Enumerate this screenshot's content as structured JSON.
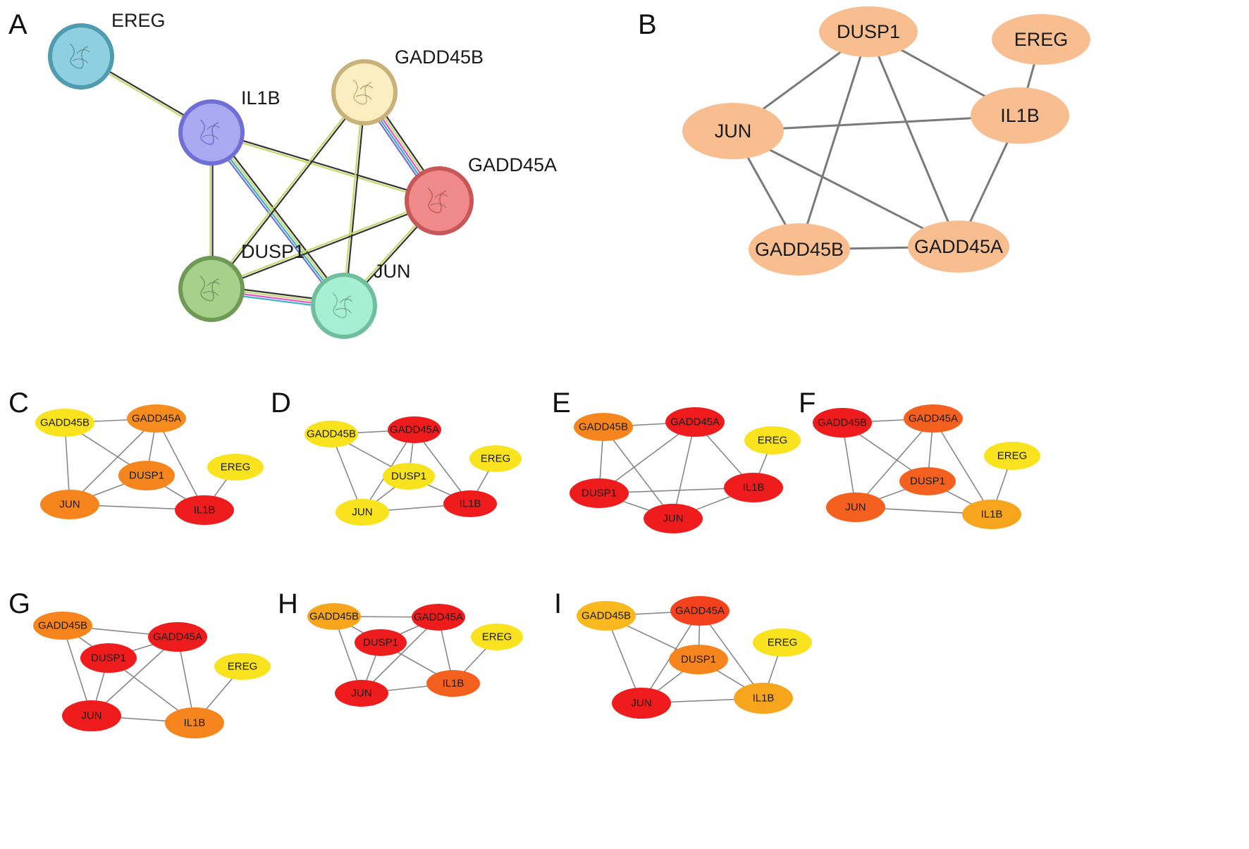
{
  "figure": {
    "panels": [
      {
        "id": "A",
        "letter": "A",
        "style": "string",
        "nodes": [
          {
            "key": "EREG",
            "label": "EREG",
            "fill": "#8ecfe0",
            "stroke": "#4f9cb0"
          },
          {
            "key": "IL1B",
            "label": "IL1B",
            "fill": "#a9a9f2",
            "stroke": "#6f6fd6"
          },
          {
            "key": "GADD45B",
            "label": "GADD45B",
            "fill": "#fbeec0",
            "stroke": "#c9b27a"
          },
          {
            "key": "GADD45A",
            "label": "GADD45A",
            "fill": "#f08a8a",
            "stroke": "#c85757"
          },
          {
            "key": "DUSP1",
            "label": "DUSP1",
            "fill": "#a7d08c",
            "stroke": "#6f9a55"
          },
          {
            "key": "JUN",
            "label": "JUN",
            "fill": "#a6efd4",
            "stroke": "#6fbf9e"
          }
        ],
        "edges": [
          {
            "a": "EREG",
            "b": "IL1B",
            "colors": [
              "#333333",
              "#c5d96a"
            ]
          },
          {
            "a": "IL1B",
            "b": "GADD45A",
            "colors": [
              "#333333",
              "#c5d96a"
            ]
          },
          {
            "a": "IL1B",
            "b": "DUSP1",
            "colors": [
              "#333333",
              "#c5d96a"
            ]
          },
          {
            "a": "IL1B",
            "b": "JUN",
            "colors": [
              "#333333",
              "#c5d96a",
              "#3ab0c8",
              "#7070d8"
            ]
          },
          {
            "a": "GADD45B",
            "b": "GADD45A",
            "colors": [
              "#333333",
              "#c5d96a",
              "#e050d8",
              "#3ab0c8",
              "#7070d8"
            ]
          },
          {
            "a": "GADD45B",
            "b": "DUSP1",
            "colors": [
              "#333333",
              "#c5d96a"
            ]
          },
          {
            "a": "GADD45B",
            "b": "JUN",
            "colors": [
              "#333333",
              "#c5d96a"
            ]
          },
          {
            "a": "GADD45A",
            "b": "DUSP1",
            "colors": [
              "#333333",
              "#c5d96a"
            ]
          },
          {
            "a": "GADD45A",
            "b": "JUN",
            "colors": [
              "#333333",
              "#c5d96a"
            ]
          },
          {
            "a": "DUSP1",
            "b": "JUN",
            "colors": [
              "#333333",
              "#c5d96a",
              "#e050d8",
              "#3ab0c8"
            ]
          }
        ]
      },
      {
        "id": "B",
        "letter": "B",
        "style": "cytoscape",
        "nodes": [
          {
            "key": "DUSP1",
            "label": "DUSP1",
            "fill": "#f8be90"
          },
          {
            "key": "EREG",
            "label": "EREG",
            "fill": "#f8be90"
          },
          {
            "key": "JUN",
            "label": "JUN",
            "fill": "#f8be90"
          },
          {
            "key": "IL1B",
            "label": "IL1B",
            "fill": "#f8be90"
          },
          {
            "key": "GADD45B",
            "label": "GADD45B",
            "fill": "#f8be90"
          },
          {
            "key": "GADD45A",
            "label": "GADD45A",
            "fill": "#f8be90"
          }
        ],
        "edges": [
          {
            "a": "DUSP1",
            "b": "JUN"
          },
          {
            "a": "DUSP1",
            "b": "IL1B"
          },
          {
            "a": "DUSP1",
            "b": "GADD45B"
          },
          {
            "a": "DUSP1",
            "b": "GADD45A"
          },
          {
            "a": "EREG",
            "b": "IL1B"
          },
          {
            "a": "JUN",
            "b": "IL1B"
          },
          {
            "a": "JUN",
            "b": "GADD45B"
          },
          {
            "a": "JUN",
            "b": "GADD45A"
          },
          {
            "a": "IL1B",
            "b": "GADD45A"
          },
          {
            "a": "GADD45B",
            "b": "GADD45A"
          }
        ]
      },
      {
        "id": "C",
        "letter": "C",
        "style": "small",
        "nodes": [
          {
            "key": "GADD45B",
            "label": "GADD45B",
            "fill": "#f9e21e"
          },
          {
            "key": "GADD45A",
            "label": "GADD45A",
            "fill": "#f78c1e"
          },
          {
            "key": "DUSP1",
            "label": "DUSP1",
            "fill": "#f7851e"
          },
          {
            "key": "EREG",
            "label": "EREG",
            "fill": "#f9e21e"
          },
          {
            "key": "JUN",
            "label": "JUN",
            "fill": "#f7851e"
          },
          {
            "key": "IL1B",
            "label": "IL1B",
            "fill": "#ee1c1c"
          }
        ],
        "edges": [
          {
            "a": "GADD45B",
            "b": "GADD45A"
          },
          {
            "a": "GADD45B",
            "b": "DUSP1"
          },
          {
            "a": "GADD45B",
            "b": "JUN"
          },
          {
            "a": "GADD45A",
            "b": "DUSP1"
          },
          {
            "a": "GADD45A",
            "b": "JUN"
          },
          {
            "a": "GADD45A",
            "b": "IL1B"
          },
          {
            "a": "DUSP1",
            "b": "JUN"
          },
          {
            "a": "DUSP1",
            "b": "IL1B"
          },
          {
            "a": "JUN",
            "b": "IL1B"
          },
          {
            "a": "EREG",
            "b": "IL1B"
          }
        ]
      },
      {
        "id": "D",
        "letter": "D",
        "style": "small",
        "nodes": [
          {
            "key": "GADD45B",
            "label": "GADD45B",
            "fill": "#f9e21e"
          },
          {
            "key": "GADD45A",
            "label": "GADD45A",
            "fill": "#ee1c1c"
          },
          {
            "key": "DUSP1",
            "label": "DUSP1",
            "fill": "#f9e21e"
          },
          {
            "key": "EREG",
            "label": "EREG",
            "fill": "#f9e21e"
          },
          {
            "key": "JUN",
            "label": "JUN",
            "fill": "#f9e21e"
          },
          {
            "key": "IL1B",
            "label": "IL1B",
            "fill": "#ee1c1c"
          }
        ],
        "edges": [
          {
            "a": "GADD45B",
            "b": "GADD45A"
          },
          {
            "a": "GADD45B",
            "b": "DUSP1"
          },
          {
            "a": "GADD45B",
            "b": "JUN"
          },
          {
            "a": "GADD45A",
            "b": "DUSP1"
          },
          {
            "a": "GADD45A",
            "b": "JUN"
          },
          {
            "a": "GADD45A",
            "b": "IL1B"
          },
          {
            "a": "DUSP1",
            "b": "JUN"
          },
          {
            "a": "DUSP1",
            "b": "IL1B"
          },
          {
            "a": "JUN",
            "b": "IL1B"
          },
          {
            "a": "EREG",
            "b": "IL1B"
          }
        ]
      },
      {
        "id": "E",
        "letter": "E",
        "style": "small",
        "nodes": [
          {
            "key": "GADD45B",
            "label": "GADD45B",
            "fill": "#f7851e"
          },
          {
            "key": "GADD45A",
            "label": "GADD45A",
            "fill": "#ee1c1c"
          },
          {
            "key": "EREG",
            "label": "EREG",
            "fill": "#f9e21e"
          },
          {
            "key": "DUSP1",
            "label": "DUSP1",
            "fill": "#ee1c1c"
          },
          {
            "key": "IL1B",
            "label": "IL1B",
            "fill": "#ee1c1c"
          },
          {
            "key": "JUN",
            "label": "JUN",
            "fill": "#ee1c1c"
          }
        ],
        "edges": [
          {
            "a": "GADD45B",
            "b": "GADD45A"
          },
          {
            "a": "GADD45B",
            "b": "DUSP1"
          },
          {
            "a": "GADD45B",
            "b": "JUN"
          },
          {
            "a": "GADD45A",
            "b": "DUSP1"
          },
          {
            "a": "GADD45A",
            "b": "JUN"
          },
          {
            "a": "GADD45A",
            "b": "IL1B"
          },
          {
            "a": "DUSP1",
            "b": "JUN"
          },
          {
            "a": "DUSP1",
            "b": "IL1B"
          },
          {
            "a": "JUN",
            "b": "IL1B"
          },
          {
            "a": "EREG",
            "b": "IL1B"
          }
        ]
      },
      {
        "id": "F",
        "letter": "F",
        "style": "small",
        "nodes": [
          {
            "key": "GADD45B",
            "label": "GADD45B",
            "fill": "#ee1c1c"
          },
          {
            "key": "GADD45A",
            "label": "GADD45A",
            "fill": "#f4601e"
          },
          {
            "key": "EREG",
            "label": "EREG",
            "fill": "#f9e21e"
          },
          {
            "key": "DUSP1",
            "label": "DUSP1",
            "fill": "#f4601e"
          },
          {
            "key": "JUN",
            "label": "JUN",
            "fill": "#f4601e"
          },
          {
            "key": "IL1B",
            "label": "IL1B",
            "fill": "#f8a51e"
          }
        ],
        "edges": [
          {
            "a": "GADD45B",
            "b": "GADD45A"
          },
          {
            "a": "GADD45B",
            "b": "DUSP1"
          },
          {
            "a": "GADD45B",
            "b": "JUN"
          },
          {
            "a": "GADD45A",
            "b": "DUSP1"
          },
          {
            "a": "GADD45A",
            "b": "JUN"
          },
          {
            "a": "GADD45A",
            "b": "IL1B"
          },
          {
            "a": "DUSP1",
            "b": "JUN"
          },
          {
            "a": "DUSP1",
            "b": "IL1B"
          },
          {
            "a": "JUN",
            "b": "IL1B"
          },
          {
            "a": "EREG",
            "b": "IL1B"
          }
        ]
      },
      {
        "id": "G",
        "letter": "G",
        "style": "small",
        "nodes": [
          {
            "key": "GADD45B",
            "label": "GADD45B",
            "fill": "#f7851e"
          },
          {
            "key": "GADD45A",
            "label": "GADD45A",
            "fill": "#ee1c1c"
          },
          {
            "key": "DUSP1",
            "label": "DUSP1",
            "fill": "#ee1c1c"
          },
          {
            "key": "EREG",
            "label": "EREG",
            "fill": "#f9e21e"
          },
          {
            "key": "JUN",
            "label": "JUN",
            "fill": "#ee1c1c"
          },
          {
            "key": "IL1B",
            "label": "IL1B",
            "fill": "#f7851e"
          }
        ],
        "edges": [
          {
            "a": "GADD45B",
            "b": "GADD45A"
          },
          {
            "a": "GADD45B",
            "b": "DUSP1"
          },
          {
            "a": "GADD45B",
            "b": "JUN"
          },
          {
            "a": "GADD45A",
            "b": "DUSP1"
          },
          {
            "a": "GADD45A",
            "b": "JUN"
          },
          {
            "a": "GADD45A",
            "b": "IL1B"
          },
          {
            "a": "DUSP1",
            "b": "JUN"
          },
          {
            "a": "DUSP1",
            "b": "IL1B"
          },
          {
            "a": "JUN",
            "b": "IL1B"
          },
          {
            "a": "EREG",
            "b": "IL1B"
          }
        ]
      },
      {
        "id": "H",
        "letter": "H",
        "style": "small",
        "nodes": [
          {
            "key": "GADD45B",
            "label": "GADD45B",
            "fill": "#f8a51e"
          },
          {
            "key": "GADD45A",
            "label": "GADD45A",
            "fill": "#ee1c1c"
          },
          {
            "key": "EREG",
            "label": "EREG",
            "fill": "#f9e21e"
          },
          {
            "key": "DUSP1",
            "label": "DUSP1",
            "fill": "#ee1c1c"
          },
          {
            "key": "JUN",
            "label": "JUN",
            "fill": "#ee1c1c"
          },
          {
            "key": "IL1B",
            "label": "IL1B",
            "fill": "#f4601e"
          }
        ],
        "edges": [
          {
            "a": "GADD45B",
            "b": "GADD45A"
          },
          {
            "a": "GADD45B",
            "b": "DUSP1"
          },
          {
            "a": "GADD45B",
            "b": "JUN"
          },
          {
            "a": "GADD45A",
            "b": "DUSP1"
          },
          {
            "a": "GADD45A",
            "b": "JUN"
          },
          {
            "a": "GADD45A",
            "b": "IL1B"
          },
          {
            "a": "DUSP1",
            "b": "JUN"
          },
          {
            "a": "DUSP1",
            "b": "IL1B"
          },
          {
            "a": "JUN",
            "b": "IL1B"
          },
          {
            "a": "EREG",
            "b": "IL1B"
          }
        ]
      },
      {
        "id": "I",
        "letter": "I",
        "style": "small",
        "nodes": [
          {
            "key": "GADD45B",
            "label": "GADD45B",
            "fill": "#f8b81e"
          },
          {
            "key": "GADD45A",
            "label": "GADD45A",
            "fill": "#f4421e"
          },
          {
            "key": "EREG",
            "label": "EREG",
            "fill": "#f9e21e"
          },
          {
            "key": "DUSP1",
            "label": "DUSP1",
            "fill": "#f7851e"
          },
          {
            "key": "JUN",
            "label": "JUN",
            "fill": "#ee1c1c"
          },
          {
            "key": "IL1B",
            "label": "IL1B",
            "fill": "#f8a51e"
          }
        ],
        "edges": [
          {
            "a": "GADD45B",
            "b": "GADD45A"
          },
          {
            "a": "GADD45B",
            "b": "DUSP1"
          },
          {
            "a": "GADD45B",
            "b": "JUN"
          },
          {
            "a": "GADD45A",
            "b": "DUSP1"
          },
          {
            "a": "GADD45A",
            "b": "JUN"
          },
          {
            "a": "GADD45A",
            "b": "IL1B"
          },
          {
            "a": "DUSP1",
            "b": "JUN"
          },
          {
            "a": "DUSP1",
            "b": "IL1B"
          },
          {
            "a": "JUN",
            "b": "IL1B"
          },
          {
            "a": "EREG",
            "b": "IL1B"
          }
        ]
      }
    ]
  }
}
